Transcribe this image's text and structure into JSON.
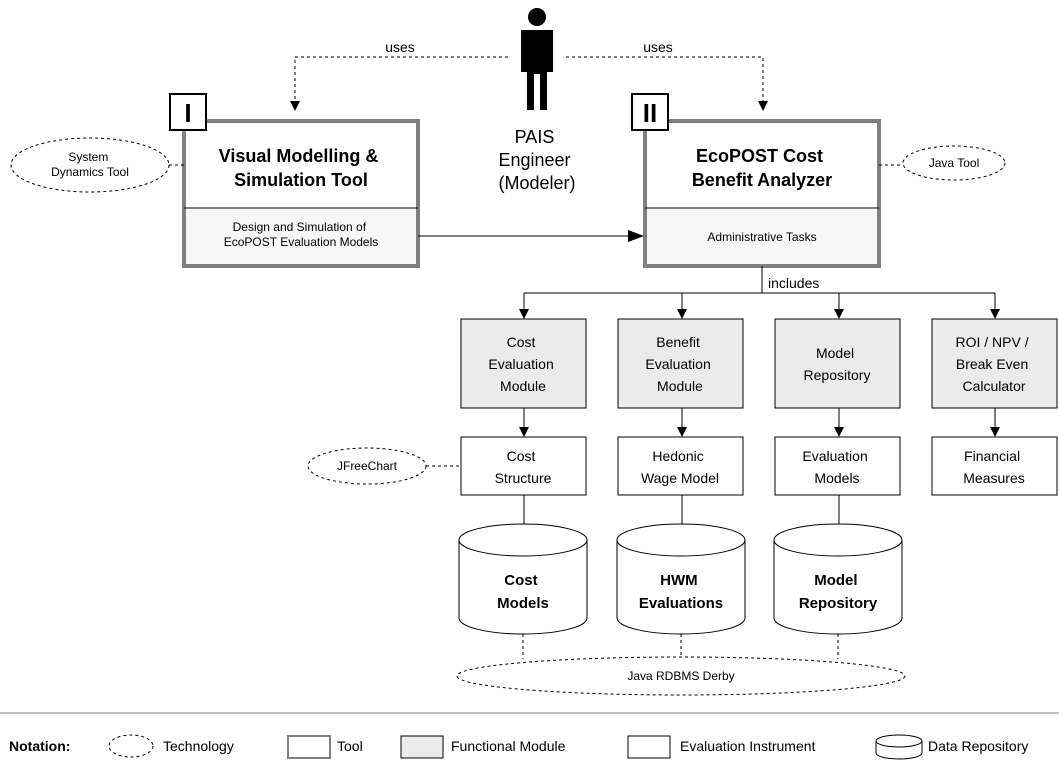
{
  "actor": {
    "label_lines": [
      "PAIS",
      "Engineer",
      "(Modeler)"
    ],
    "uses_left": "uses",
    "uses_right": "uses"
  },
  "tool1": {
    "number": "I",
    "title_lines": [
      "Visual Modelling &",
      "Simulation Tool"
    ],
    "sub_lines": [
      "Design and Simulation of",
      "EcoPOST Evaluation Models"
    ],
    "technology_lines": [
      "System",
      "Dynamics Tool"
    ]
  },
  "tool2": {
    "number": "II",
    "title_lines": [
      "EcoPOST Cost",
      "Benefit Analyzer"
    ],
    "sub_lines": [
      "Administrative Tasks"
    ],
    "technology_lines": [
      "Java Tool"
    ],
    "includes": "includes"
  },
  "modules": [
    {
      "lines": [
        "Cost",
        "Evaluation",
        "Module"
      ]
    },
    {
      "lines": [
        "Benefit",
        "Evaluation",
        "Module"
      ]
    },
    {
      "lines": [
        "Model",
        "Repository"
      ]
    },
    {
      "lines": [
        "ROI / NPV /",
        "Break Even",
        "Calculator"
      ]
    }
  ],
  "instruments": [
    {
      "lines": [
        "Cost",
        "Structure"
      ]
    },
    {
      "lines": [
        "Hedonic",
        "Wage Model"
      ]
    },
    {
      "lines": [
        "Evaluation",
        "Models"
      ]
    },
    {
      "lines": [
        "Financial",
        "Measures"
      ]
    }
  ],
  "instrument_technology": {
    "lines": [
      "JFreeChart"
    ]
  },
  "repositories": [
    {
      "lines": [
        "Cost",
        "Models"
      ]
    },
    {
      "lines": [
        "HWM",
        "Evaluations"
      ]
    },
    {
      "lines": [
        "Model",
        "Repository"
      ]
    }
  ],
  "db_technology": {
    "lines": [
      "Java RDBMS Derby"
    ]
  },
  "legend": {
    "title": "Notation:",
    "items": [
      "Technology",
      "Tool",
      "Functional Module",
      "Evaluation Instrument",
      "Data Repository"
    ]
  },
  "colors": {
    "module_fill": "#ebebeb",
    "tool_border": "#808080",
    "line": "#000000"
  }
}
